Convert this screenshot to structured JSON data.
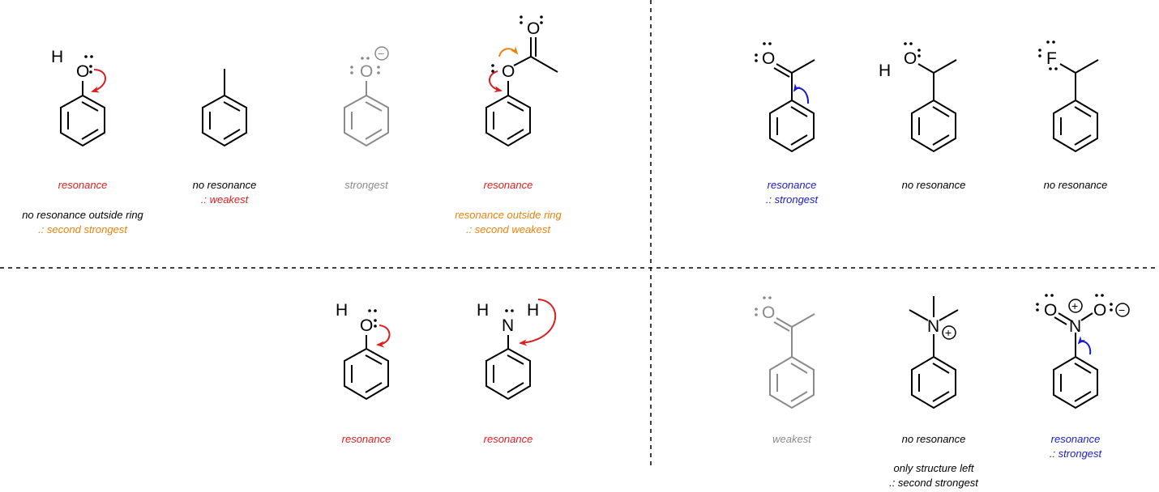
{
  "colors": {
    "black": "#000000",
    "red": "#dc1e1e",
    "orange": "#e8820c",
    "blue": "#1a1ac8",
    "gray": "#8a8a8a"
  },
  "molecules": [
    {
      "name": "phenol-top",
      "color": "black",
      "atoms": [
        "H",
        "O"
      ],
      "arrow": "red",
      "captions": [
        {
          "text": "resonance",
          "color": "red"
        },
        {
          "text": "no resonance outside ring",
          "color": "black"
        },
        {
          "text": ".: second strongest",
          "color": "orange"
        }
      ]
    },
    {
      "name": "toluene",
      "color": "black",
      "atoms": [],
      "captions": [
        {
          "text": "no resonance",
          "color": "black"
        },
        {
          "text": ".: weakest",
          "color": "red"
        }
      ]
    },
    {
      "name": "phenoxide",
      "color": "gray",
      "atoms": [
        "O",
        "−"
      ],
      "captions": [
        {
          "text": "strongest",
          "color": "gray"
        }
      ]
    },
    {
      "name": "phenyl-acetate",
      "color": "black",
      "atoms": [
        "O",
        "O"
      ],
      "arrow": "red+orange",
      "captions": [
        {
          "text": "resonance",
          "color": "red"
        },
        {
          "text": "resonance outside ring",
          "color": "orange"
        },
        {
          "text": ".: second weakest",
          "color": "orange"
        }
      ]
    },
    {
      "name": "acetophenone-top",
      "color": "black",
      "atoms": [
        "O"
      ],
      "arrow": "blue",
      "captions": [
        {
          "text": "resonance",
          "color": "blue"
        },
        {
          "text": ".: strongest",
          "color": "blue"
        }
      ]
    },
    {
      "name": "phenylethanol",
      "color": "black",
      "atoms": [
        "H",
        "O"
      ],
      "captions": [
        {
          "text": "no resonance",
          "color": "black"
        }
      ]
    },
    {
      "name": "fluoroethylbenzene",
      "color": "black",
      "atoms": [
        "F"
      ],
      "captions": [
        {
          "text": "no resonance",
          "color": "black"
        }
      ]
    },
    {
      "name": "phenol-bottom",
      "color": "black",
      "atoms": [
        "H",
        "O"
      ],
      "arrow": "red",
      "captions": [
        {
          "text": "resonance",
          "color": "red"
        }
      ]
    },
    {
      "name": "aniline",
      "color": "black",
      "atoms": [
        "H",
        "N",
        "H"
      ],
      "arrow": "red",
      "captions": [
        {
          "text": "resonance",
          "color": "red"
        }
      ]
    },
    {
      "name": "acetophenone-bottom",
      "color": "gray",
      "atoms": [
        "O"
      ],
      "captions": [
        {
          "text": "weakest",
          "color": "gray"
        }
      ]
    },
    {
      "name": "trimethylanilinium",
      "color": "black",
      "atoms": [
        "N",
        "+"
      ],
      "captions": [
        {
          "text": "no resonance",
          "color": "black"
        },
        {
          "text": "only structure left",
          "color": "black"
        },
        {
          "text": ".: second strongest",
          "color": "black"
        }
      ]
    },
    {
      "name": "nitrobenzene",
      "color": "black",
      "atoms": [
        "O",
        "+",
        "N",
        "O",
        "−"
      ],
      "arrow": "blue",
      "captions": [
        {
          "text": "resonance",
          "color": "blue"
        },
        {
          "text": ".: strongest",
          "color": "blue"
        }
      ]
    }
  ]
}
